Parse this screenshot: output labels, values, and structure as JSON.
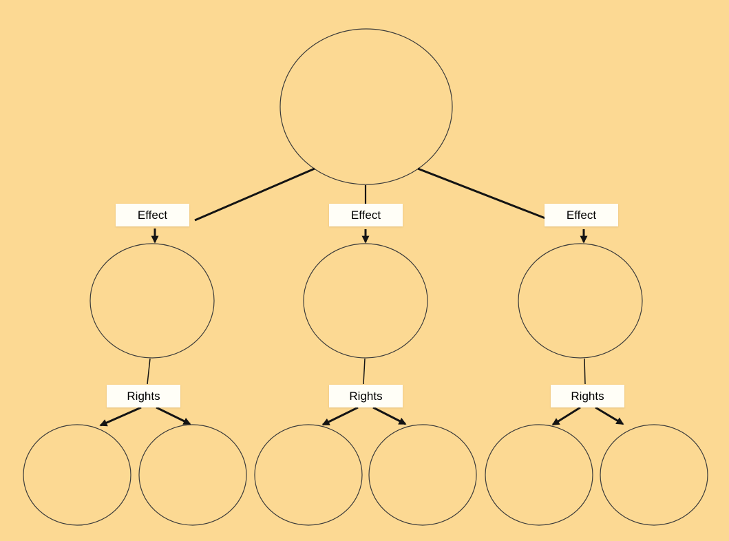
{
  "diagram": {
    "type": "cause-effect-graphic-organizer",
    "columns": [
      {
        "effect_label": "Effect",
        "rights_label": "Rights"
      },
      {
        "effect_label": "Effect",
        "rights_label": "Rights"
      },
      {
        "effect_label": "Effect",
        "rights_label": "Rights"
      }
    ],
    "colors": {
      "background": "#fcd993",
      "circle_stroke": "#3a3a3a",
      "connector": "#141414",
      "label_background": "#fffef7",
      "label_text": "#000000"
    }
  }
}
